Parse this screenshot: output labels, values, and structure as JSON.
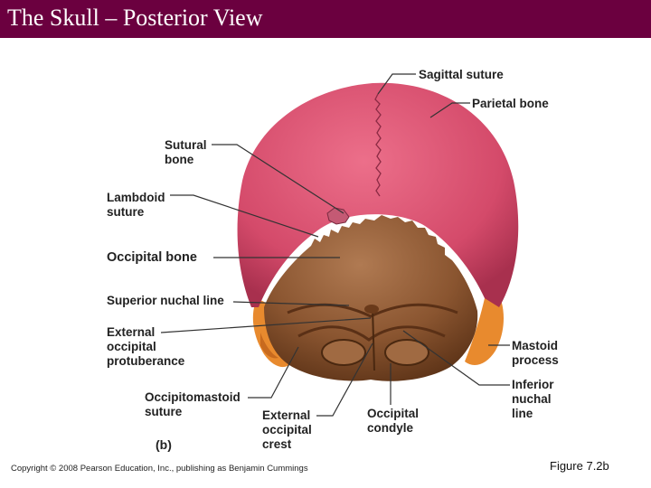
{
  "title": "The Skull – Posterior View",
  "labels": {
    "sagittal_suture": "Sagittal suture",
    "parietal_bone": "Parietal bone",
    "sutural_bone": "Sutural\nbone",
    "lambdoid_suture": "Lambdoid\nsuture",
    "occipital_bone": "Occipital bone",
    "superior_nuchal_line": "Superior nuchal line",
    "external_occipital_protuberance": "External\noccipital\nprotuberance",
    "occipitomastoid_suture": "Occipitomastoid\nsuture",
    "external_occipital_crest": "External\noccipital\ncrest",
    "occipital_condyle": "Occipital\ncondyle",
    "mastoid_process": "Mastoid\nprocess",
    "inferior_nuchal_line": "Inferior\nnuchal\nline"
  },
  "figure_letter": "(b)",
  "copyright": "Copyright © 2008 Pearson Education, Inc., publishing as Benjamin Cummings",
  "figure_ref": "Figure 7.2b",
  "colors": {
    "title_bar": "#6b003f",
    "parietal": "#d9506e",
    "occipital": "#8a5530",
    "mastoid": "#e88a2e"
  }
}
